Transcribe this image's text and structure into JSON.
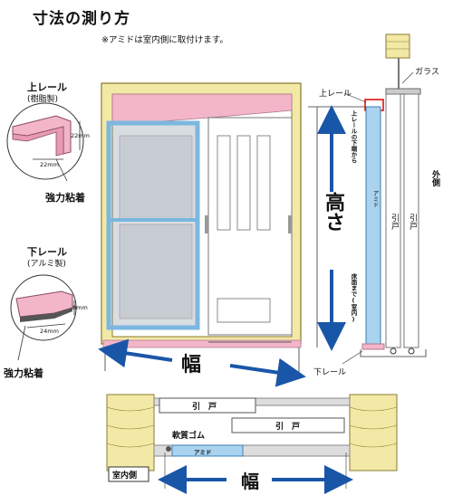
{
  "title": "寸法の測り方",
  "note": "※アミドは室内側に取付けます。",
  "upper_rail": {
    "title": "上レール",
    "material": "(樹脂製)",
    "dim_h": "22mm",
    "dim_w": "22mm",
    "adhesive": "強力粘着"
  },
  "lower_rail": {
    "title": "下レール",
    "material": "(アルミ製)",
    "dim_h": "8mm",
    "dim_w": "24mm",
    "adhesive": "強力粘着"
  },
  "section": {
    "glass": "ガラス",
    "upper_rail": "上レール",
    "lower_rail": "下レール",
    "screen": "アミド",
    "door1": "引戸",
    "door2": "引戸",
    "outside": "外側",
    "height_note_top": "上レールの下端から",
    "height_note_bottom": "床面まで(室内)"
  },
  "height_label": "高さ",
  "width_label": "幅",
  "plan": {
    "door_top": "引　戸",
    "door_mid": "引　戸",
    "rubber": "軟質ゴム",
    "screen": "アミド",
    "inside": "室内側",
    "width_label": "幅"
  },
  "colors": {
    "frame": "#f3e9a6",
    "frame_stroke": "#8a7a30",
    "pink_rail": "#f2b6c8",
    "screen_blue": "#a9d3ee",
    "arrow_blue": "#1a56a8"
  }
}
